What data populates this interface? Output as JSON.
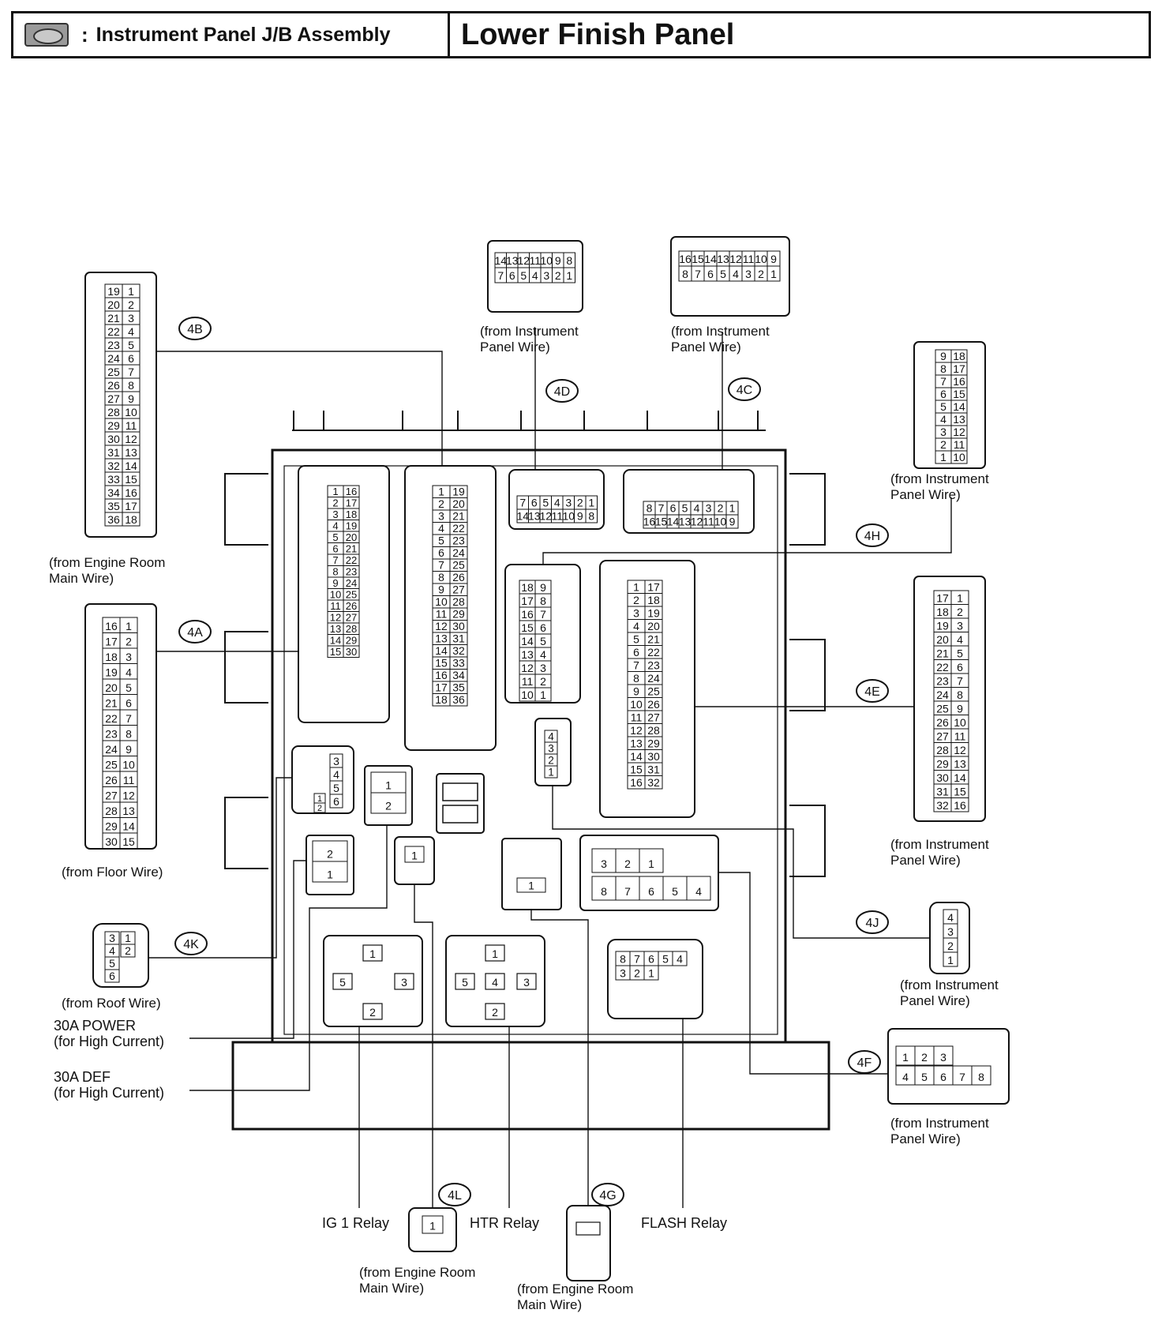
{
  "header": {
    "icon": "junction-block-icon",
    "colon": ":",
    "assembly_title": "Instrument Panel J/B Assembly",
    "location": "Lower Finish Panel"
  },
  "connector_ids": {
    "c4A": "4A",
    "c4B": "4B",
    "c4C": "4C",
    "c4D": "4D",
    "c4E": "4E",
    "c4F": "4F",
    "c4G": "4G",
    "c4H": "4H",
    "c4J": "4J",
    "c4K": "4K",
    "c4L": "4L"
  },
  "source_labels": {
    "c4B": [
      "(from Engine Room",
      "Main Wire)"
    ],
    "c4A": [
      "(from Floor Wire)"
    ],
    "c4K": [
      "(from Roof Wire)"
    ],
    "c4D": [
      "(from Instrument",
      "Panel Wire)"
    ],
    "c4C": [
      "(from Instrument",
      "Panel Wire)"
    ],
    "c4H": [
      "(from Instrument",
      "Panel Wire)"
    ],
    "c4E": [
      "(from Instrument",
      "Panel Wire)"
    ],
    "c4J": [
      "(from Instrument",
      "Panel Wire)"
    ],
    "c4F": [
      "(from Instrument",
      "Panel Wire)"
    ],
    "c4L": [
      "(from Engine Room",
      "Main Wire)"
    ],
    "c4G": [
      "(from Engine Room",
      "Main Wire)"
    ]
  },
  "fuse_labels": {
    "power": [
      "30A POWER",
      "(for High Current)"
    ],
    "def": [
      "30A DEF",
      "(for High Current)"
    ]
  },
  "relay_labels": {
    "ig1": "IG 1 Relay",
    "htr": "HTR Relay",
    "flash": "FLASH Relay"
  },
  "pins": {
    "c4B_left": [
      "19",
      "20",
      "21",
      "22",
      "23",
      "24",
      "25",
      "26",
      "27",
      "28",
      "29",
      "30",
      "31",
      "32",
      "33",
      "34",
      "35",
      "36"
    ],
    "c4B_right": [
      "1",
      "2",
      "3",
      "4",
      "5",
      "6",
      "7",
      "8",
      "9",
      "10",
      "11",
      "12",
      "13",
      "14",
      "15",
      "16",
      "17",
      "18"
    ],
    "c4A_left": [
      "16",
      "17",
      "18",
      "19",
      "20",
      "21",
      "22",
      "23",
      "24",
      "25",
      "26",
      "27",
      "28",
      "29",
      "30"
    ],
    "c4A_right": [
      "1",
      "2",
      "3",
      "4",
      "5",
      "6",
      "7",
      "8",
      "9",
      "10",
      "11",
      "12",
      "13",
      "14",
      "15"
    ],
    "c4D_top": [
      "14",
      "13",
      "12",
      "11",
      "10",
      "9",
      "8"
    ],
    "c4D_bottom": [
      "7",
      "6",
      "5",
      "4",
      "3",
      "2",
      "1"
    ],
    "c4C_top": [
      "16",
      "15",
      "14",
      "13",
      "12",
      "11",
      "10",
      "9"
    ],
    "c4C_bottom": [
      "8",
      "7",
      "6",
      "5",
      "4",
      "3",
      "2",
      "1"
    ],
    "c4H_left": [
      "9",
      "8",
      "7",
      "6",
      "5",
      "4",
      "3",
      "2",
      "1"
    ],
    "c4H_right": [
      "18",
      "17",
      "16",
      "15",
      "14",
      "13",
      "12",
      "11",
      "10"
    ],
    "c4E_left": [
      "17",
      "18",
      "19",
      "20",
      "21",
      "22",
      "23",
      "24",
      "25",
      "26",
      "27",
      "28",
      "29",
      "30",
      "31",
      "32"
    ],
    "c4E_right": [
      "1",
      "2",
      "3",
      "4",
      "5",
      "6",
      "7",
      "8",
      "9",
      "10",
      "11",
      "12",
      "13",
      "14",
      "15",
      "16"
    ],
    "c4J": [
      "4",
      "3",
      "2",
      "1"
    ],
    "c4K_left": [
      "3",
      "4",
      "5",
      "6"
    ],
    "c4K_right": [
      "1",
      "2"
    ],
    "c4F_top": [
      "1",
      "2",
      "3"
    ],
    "c4F_bottom": [
      "4",
      "5",
      "6",
      "7",
      "8"
    ],
    "c4L": [
      "1"
    ],
    "jb_4A_left": [
      "1",
      "2",
      "3",
      "4",
      "5",
      "6",
      "7",
      "8",
      "9",
      "10",
      "11",
      "12",
      "13",
      "14",
      "15"
    ],
    "jb_4A_right": [
      "16",
      "17",
      "18",
      "19",
      "20",
      "21",
      "22",
      "23",
      "24",
      "25",
      "26",
      "27",
      "28",
      "29",
      "30"
    ],
    "jb_4B_left": [
      "1",
      "2",
      "3",
      "4",
      "5",
      "6",
      "7",
      "8",
      "9",
      "10",
      "11",
      "12",
      "13",
      "14",
      "15",
      "16",
      "17",
      "18"
    ],
    "jb_4B_right": [
      "19",
      "20",
      "21",
      "22",
      "23",
      "24",
      "25",
      "26",
      "27",
      "28",
      "29",
      "30",
      "31",
      "32",
      "33",
      "34",
      "35",
      "36"
    ],
    "jb_4D_top": [
      "7",
      "6",
      "5",
      "4",
      "3",
      "2",
      "1"
    ],
    "jb_4D_bottom": [
      "14",
      "13",
      "12",
      "11",
      "10",
      "9",
      "8"
    ],
    "jb_4C_top": [
      "8",
      "7",
      "6",
      "5",
      "4",
      "3",
      "2",
      "1"
    ],
    "jb_4C_bottom": [
      "16",
      "15",
      "14",
      "13",
      "12",
      "11",
      "10",
      "9"
    ],
    "jb_4H_left": [
      "18",
      "17",
      "16",
      "15",
      "14",
      "13",
      "12",
      "11",
      "10"
    ],
    "jb_4H_right": [
      "9",
      "8",
      "7",
      "6",
      "5",
      "4",
      "3",
      "2",
      "1"
    ],
    "jb_4E_left": [
      "1",
      "2",
      "3",
      "4",
      "5",
      "6",
      "7",
      "8",
      "9",
      "10",
      "11",
      "12",
      "13",
      "14",
      "15",
      "16"
    ],
    "jb_4E_right": [
      "17",
      "18",
      "19",
      "20",
      "21",
      "22",
      "23",
      "24",
      "25",
      "26",
      "27",
      "28",
      "29",
      "30",
      "31",
      "32"
    ],
    "jb_4K_left": [
      "1",
      "2"
    ],
    "jb_4K_right": [
      "3",
      "4",
      "5",
      "6"
    ],
    "jb_4J": [
      "4",
      "3",
      "2",
      "1"
    ],
    "jb_fuse_power": [
      "1",
      "2"
    ],
    "jb_fuse_def": [
      "2",
      "1"
    ],
    "jb_4L": [
      "1"
    ],
    "jb_4G": [
      "1"
    ],
    "jb_4F_top": [
      "3",
      "2",
      "1"
    ],
    "jb_4F_bottom": [
      "8",
      "7",
      "6",
      "5",
      "4"
    ],
    "jb_relay_ig1": [
      "1",
      "5",
      "3",
      "2"
    ],
    "jb_relay_htr": [
      "1",
      "5",
      "4",
      "3",
      "2"
    ],
    "jb_flash_top": [
      "8",
      "7",
      "6",
      "5",
      "4"
    ],
    "jb_flash_bottom": [
      "3",
      "2",
      "1"
    ]
  },
  "colors": {
    "line": "#111111",
    "fill": "#ffffff",
    "dot": "#666666"
  }
}
